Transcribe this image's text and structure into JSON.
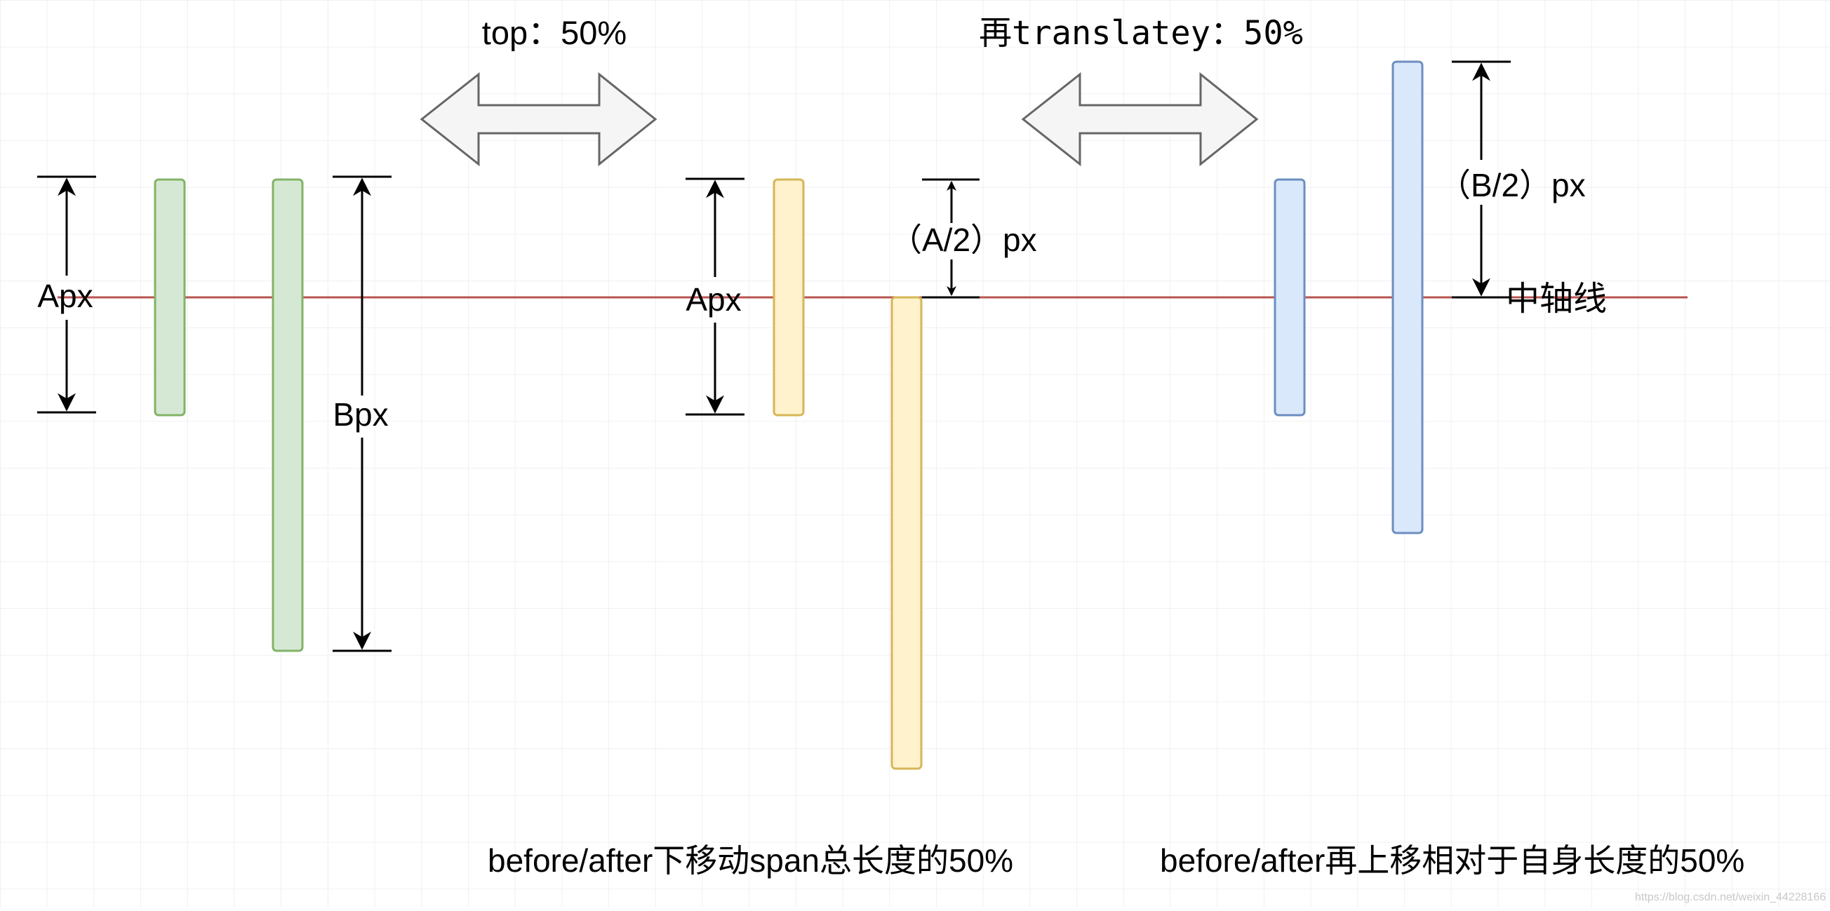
{
  "title_top": "top：50%",
  "title_translate": "再translatey：50%",
  "label_apx_left": "Apx",
  "label_bpx": "Bpx",
  "label_apx_mid": "Apx",
  "label_a_half": "（A/2）px",
  "label_b_half": "（B/2）px",
  "label_axis": "中轴线",
  "caption_left": "before/after下移动span总长度的50%",
  "caption_right": "before/after再上移相对于自身长度的50%",
  "watermark": "https://blog.csdn.net/weixin_44228166",
  "colors": {
    "green_fill": "#d5e8d4",
    "green_stroke": "#82b366",
    "yellow_fill": "#fff2cc",
    "yellow_stroke": "#d6b656",
    "blue_fill": "#dae8fc",
    "blue_stroke": "#6c8ebf",
    "axis_line": "#b85450",
    "arrow_fill": "#f5f5f5",
    "arrow_stroke": "#666666",
    "grid": "#ececec"
  }
}
